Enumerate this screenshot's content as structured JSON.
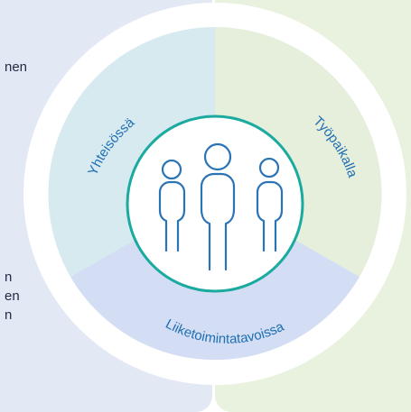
{
  "left_panel_text": [
    "nen",
    "n",
    "en",
    "n"
  ],
  "diagram": {
    "segments": [
      {
        "label": "Yhteisössä"
      },
      {
        "label": "Työpaikalla"
      },
      {
        "label": "Liiketoimintatavoissa"
      }
    ],
    "center_icon": "people-group-icon"
  },
  "colors": {
    "left_panel_bg": "#e3e8f5",
    "right_panel_bg": "#e8f2de",
    "ring": "#ffffff",
    "segment_community": "#d7eaf0",
    "segment_workplace": "#e6efdc",
    "segment_business": "#d3def4",
    "center_circle_border": "#1aaa9f",
    "label_color": "#1f6fb3",
    "icon_color": "#2a73b5"
  }
}
